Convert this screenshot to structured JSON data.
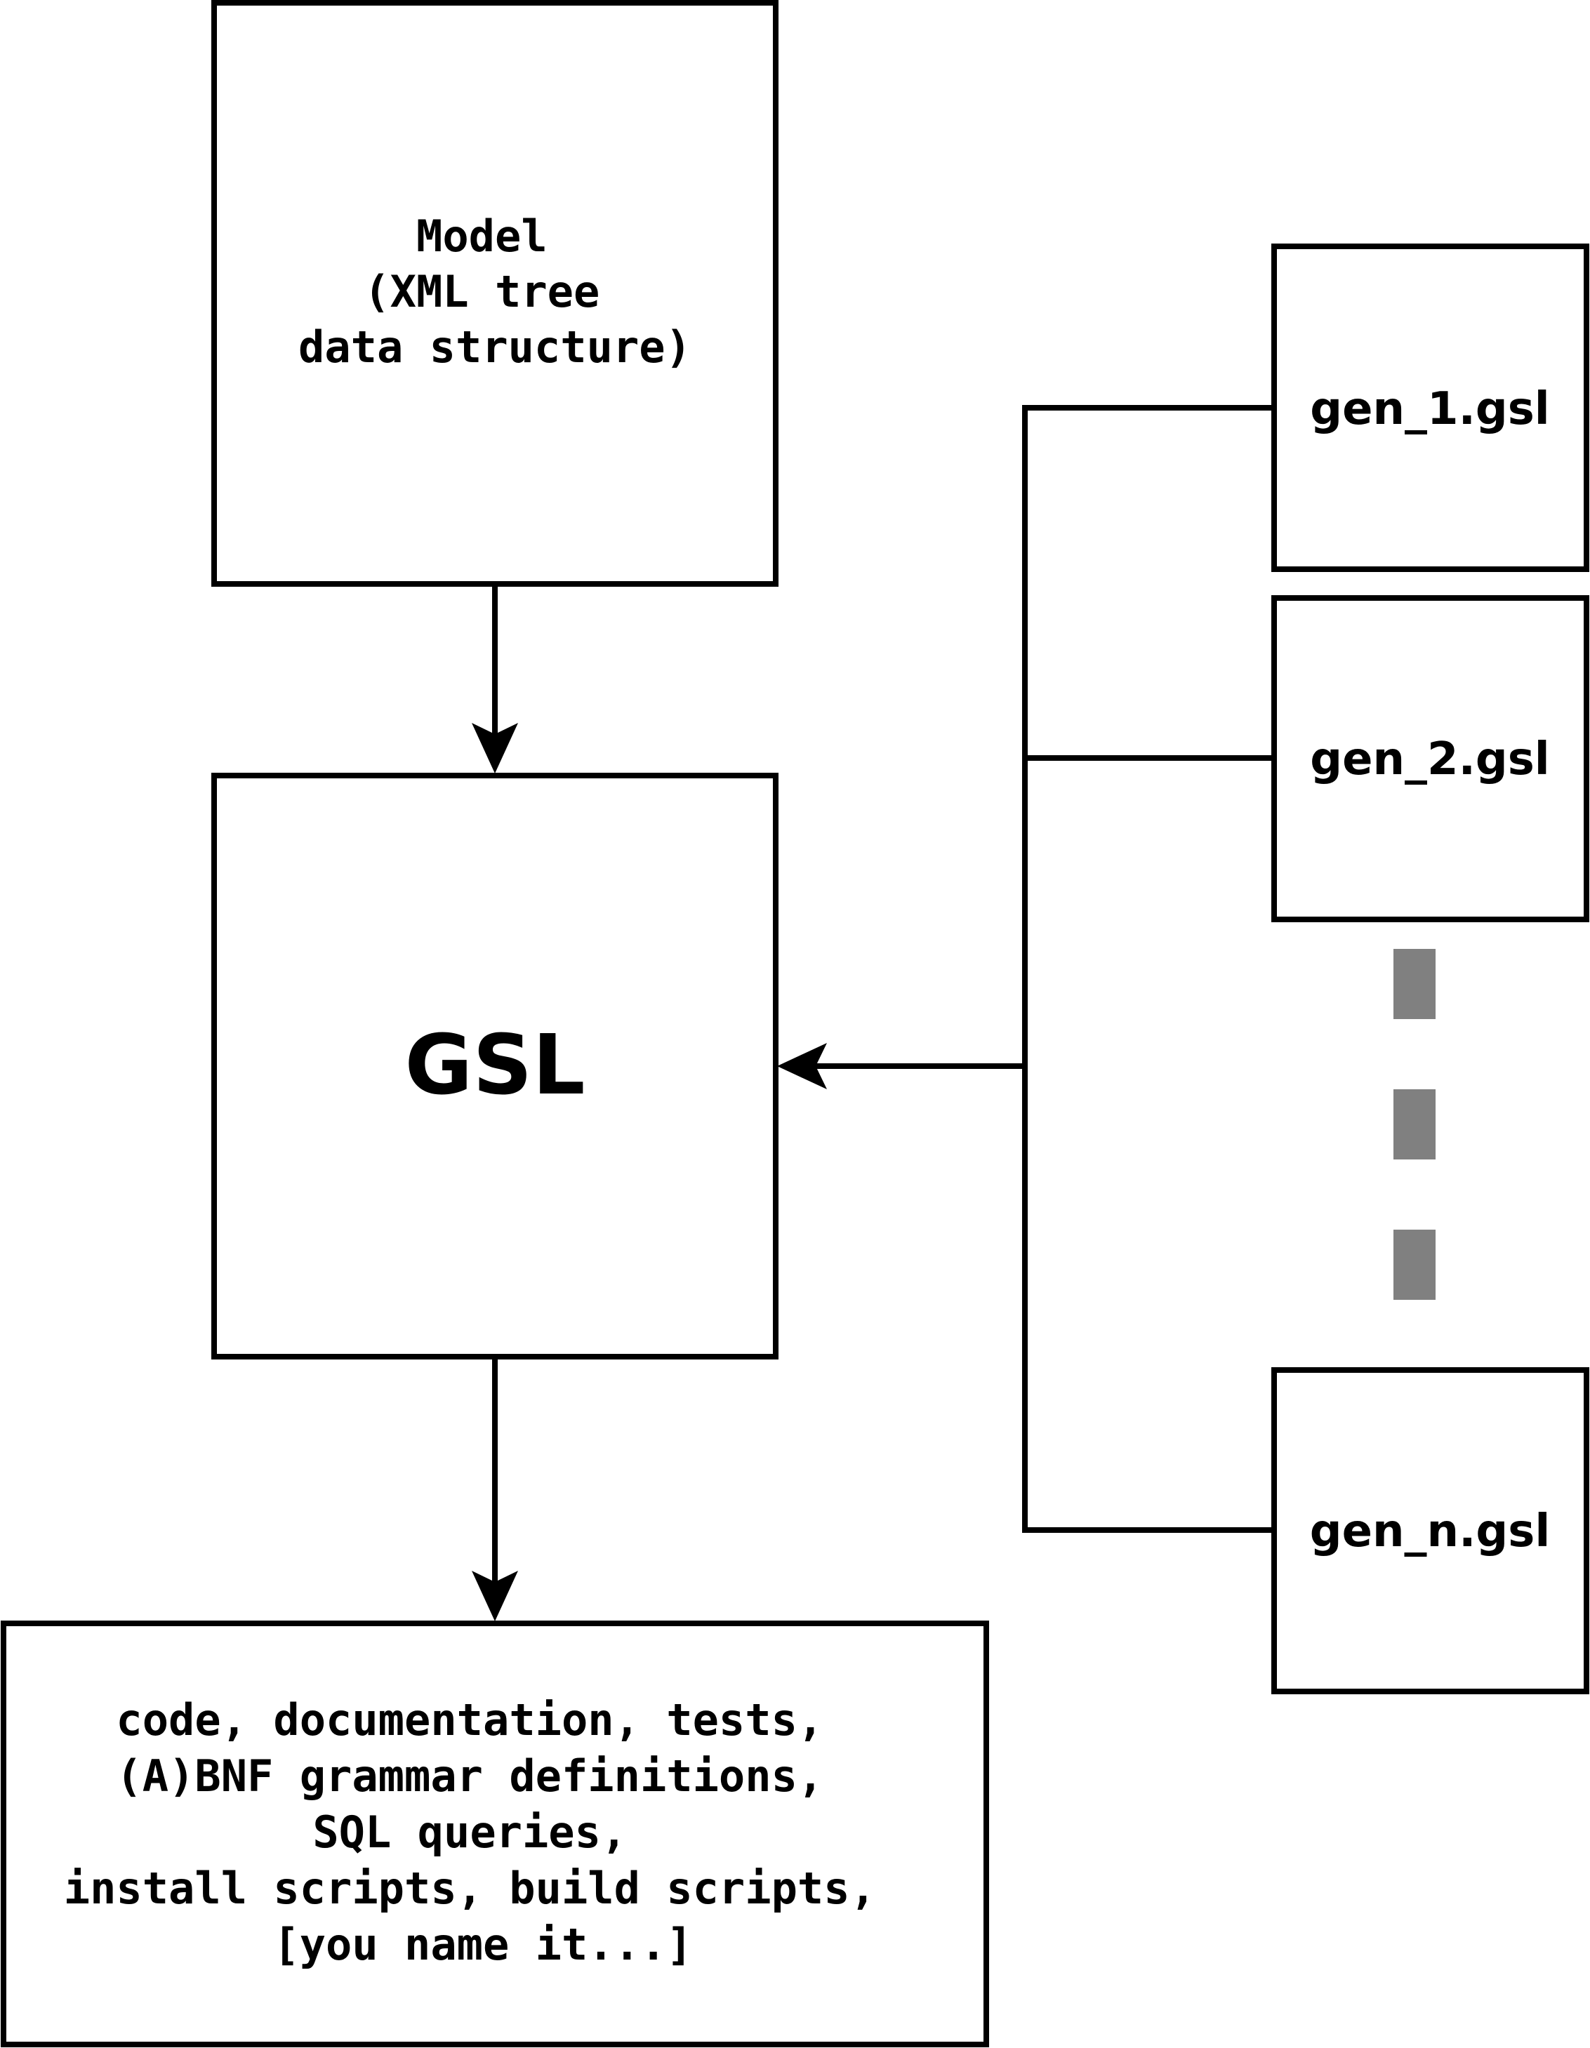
{
  "diagram": {
    "model_box": {
      "lines": [
        "Model",
        "(XML tree",
        "data structure)"
      ]
    },
    "engine_box": {
      "label": "GSL"
    },
    "output_box": {
      "lines": [
        "code, documentation, tests,",
        "(A)BNF grammar definitions,",
        "SQL queries,",
        "install scripts, build scripts,",
        "[you name it...]"
      ]
    },
    "scripts": [
      {
        "label": "gen_1.gsl"
      },
      {
        "label": "gen_2.gsl"
      },
      {
        "label": "gen_n.gsl"
      }
    ],
    "colors": {
      "stroke": "#000000",
      "ellipsis": "#808080",
      "background": "#ffffff"
    }
  }
}
